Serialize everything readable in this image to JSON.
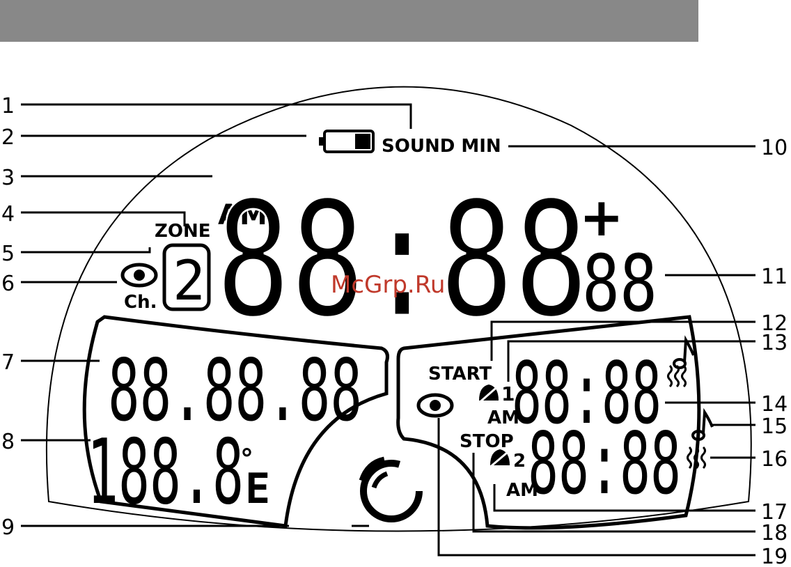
{
  "header": {
    "bar_color": "#888888"
  },
  "watermark": "McGrp.Ru",
  "display": {
    "sound_label": "SOUND MIN",
    "zone_label": "ZONE",
    "channel_label": "Ch.",
    "zone_digit": "2",
    "am_main": "AM",
    "main_time": "88:88",
    "seconds": "88",
    "plus_sign": "+",
    "date": "88.88.88",
    "temperature": "188.8",
    "degree": "°",
    "temp_unit": "E",
    "start_label": "START",
    "stop_label": "STOP",
    "alarm1_num": "1",
    "alarm2_num": "2",
    "alarm1_am": "AM",
    "alarm2_am": "AM",
    "alarm1_time": "88:88",
    "alarm2_time": "88:88"
  },
  "callouts": {
    "left": [
      "1",
      "2",
      "3",
      "4",
      "5",
      "6",
      "7",
      "8",
      "9"
    ],
    "right": [
      "10",
      "11",
      "12",
      "13",
      "14",
      "15",
      "16",
      "17",
      "18",
      "19"
    ]
  },
  "icons": [
    "battery-icon",
    "eye-icon",
    "bell-icon",
    "music-note-icon",
    "vibrate-icon",
    "refresh-ring-icon"
  ]
}
